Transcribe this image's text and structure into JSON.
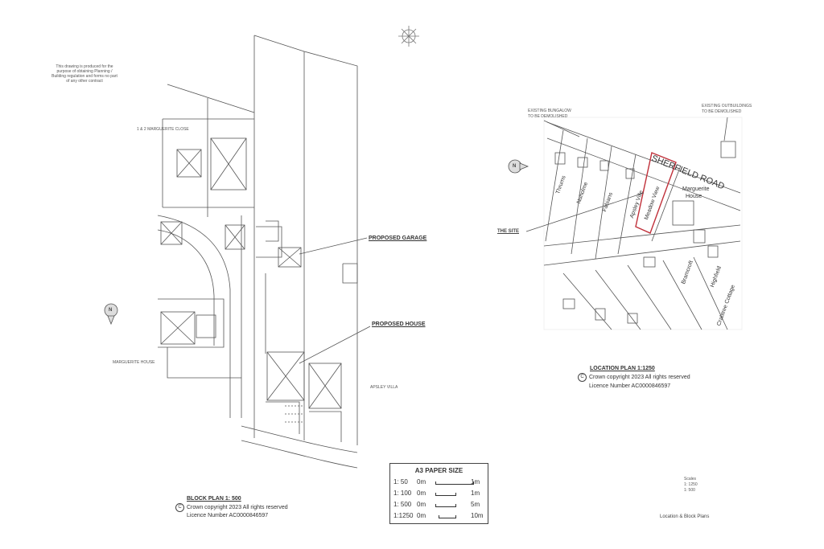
{
  "disclaimer": "This drawing is produced for the purpose of obtaining Planning / Building regulation and forms no part of any other contract",
  "block_plan": {
    "neighbour_top": "1 & 2 MARGUERITE CLOSE",
    "marguerite_house": "MARGUERITE HOUSE",
    "apsley_villa": "APSLEY VILLA",
    "proposed_garage": "PROPOSED  GARAGE",
    "proposed_house": "PROPOSED  HOUSE",
    "title": "BLOCK  PLAN  1: 500",
    "copyright": "Crown copyright 2023 All rights reserved",
    "licence": "Licence Number  AC0000846597"
  },
  "location_plan": {
    "existing_bungalow_1": "EXISTING BUNGALOW",
    "existing_bungalow_2": "TO BE DEMOLISHED",
    "existing_outbuildings_1": "EXISTING OUTBUILDINGS",
    "existing_outbuildings_2": "TO BE DEMOLISHED",
    "the_site": "THE SITE",
    "road": "SHERFIELD ROAD",
    "thrums": "Thrums",
    "nuholme": "Nuholme",
    "fabians": "Fabians",
    "apsley_ville": "Apsley Ville",
    "meadow_view": "Meadow View",
    "marguerite_1": "Marguerite",
    "marguerite_2": "House",
    "bramcroft": "Bramcroft",
    "highfield": "Highfield",
    "crabtree": "Crabtree Cottage",
    "title": "LOCATION  PLAN  1:1250",
    "copyright": "Crown copyright 2023 All rights reserved",
    "licence": "Licence Number  AC0000846597"
  },
  "scale_box": {
    "header": "A3 PAPER SIZE",
    "rows": [
      {
        "ratio": "1: 50",
        "start": "0m",
        "end": "1m"
      },
      {
        "ratio": "1: 100",
        "start": "0m",
        "end": "1m"
      },
      {
        "ratio": "1: 500",
        "start": "0m",
        "end": "5m"
      },
      {
        "ratio": "1:1250",
        "start": "0m",
        "end": "10m"
      }
    ]
  },
  "scales_note": {
    "label": "Scales",
    "l1": "1: 1250",
    "l2": "1: 500"
  },
  "sheet_title": "Location & Block Plans",
  "copyright_symbol": "C",
  "north_letter": "N",
  "colors": {
    "site_boundary": "#c0303a",
    "line": "#555555"
  }
}
